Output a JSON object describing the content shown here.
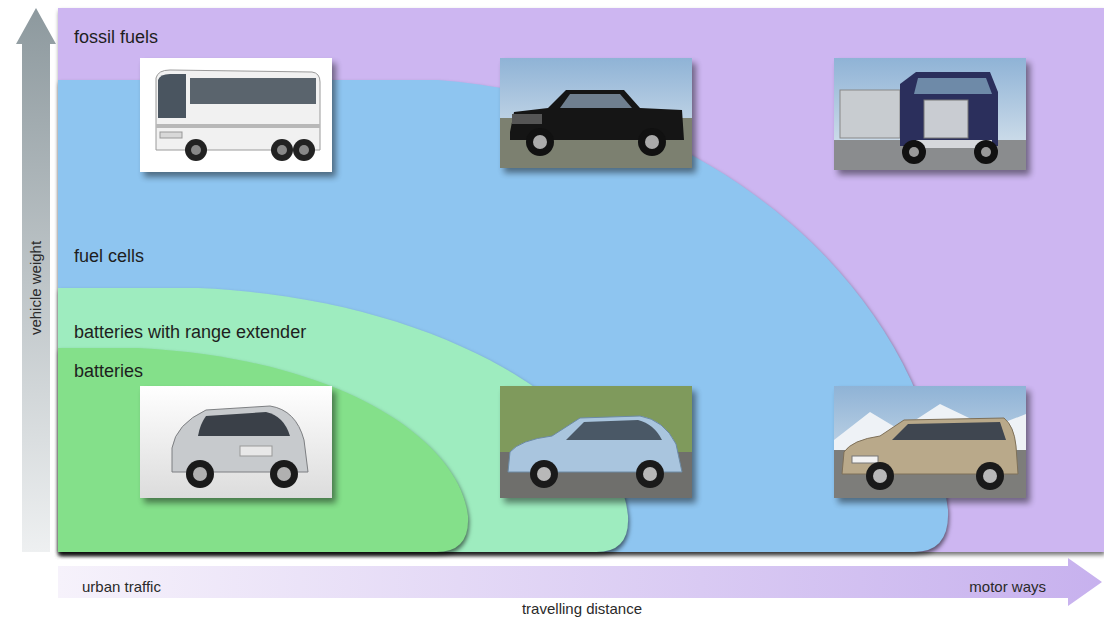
{
  "diagram": {
    "nodes": [
      {
        "text": [
          "fossil fuels"
        ]
      },
      {
        "text": [
          "fuel cells"
        ],
        "in": 0
      },
      {
        "text": [
          "batteries with range extender"
        ],
        "in": 1
      },
      {
        "text": [
          "batteries"
        ],
        "in": 2
      }
    ],
    "labels": [
      "vehicle weight",
      "urban traffic",
      "motor ways",
      "travelling distance"
    ]
  }
}
